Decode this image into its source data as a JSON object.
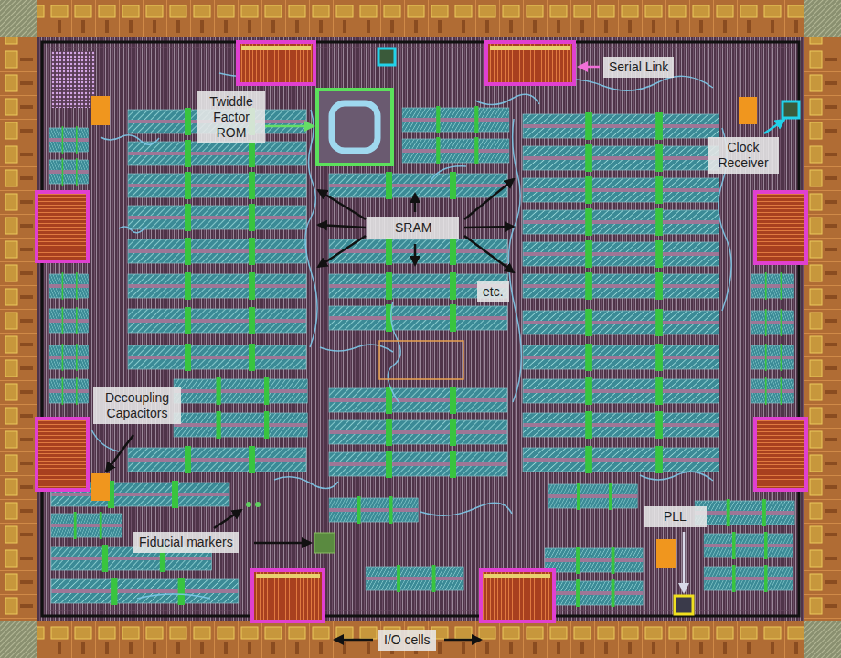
{
  "diagram": {
    "labels": [
      "Serial Link",
      "Twiddle Factor ROM",
      "Clock Receiver",
      "SRAM",
      "etc.",
      "Decoupling Capacitors",
      "Fiducial markers",
      "PLL",
      "I/O cells"
    ]
  }
}
